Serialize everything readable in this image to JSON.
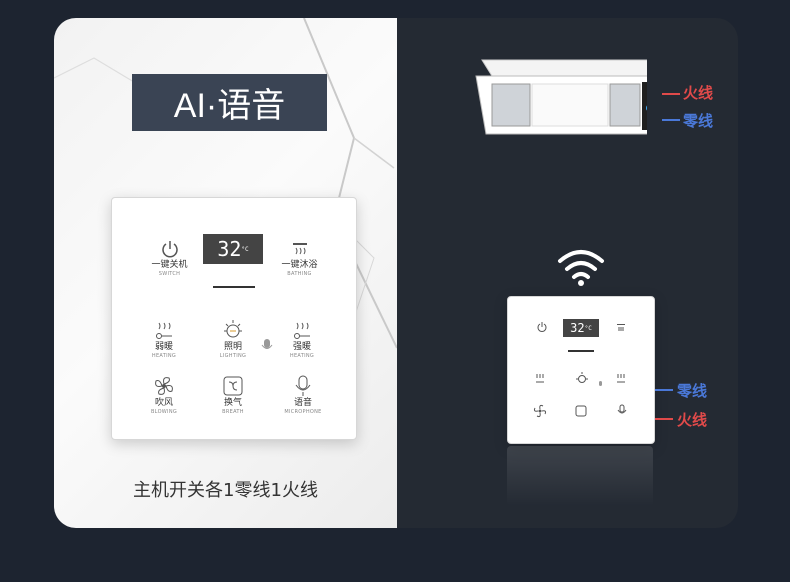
{
  "banner": {
    "title": "AI·语音"
  },
  "panel": {
    "temperature": "32",
    "temp_unit": "°C",
    "buttons": [
      {
        "zh": "一键关机",
        "en": "SWITCH",
        "icon": "power-icon"
      },
      {
        "zh": "一键沐浴",
        "en": "BATHING",
        "icon": "shower-icon"
      },
      {
        "zh": "弱暖",
        "en": "HEATING",
        "icon": "heat-low-icon"
      },
      {
        "zh": "照明",
        "en": "LIGHTING",
        "icon": "light-bulb-icon"
      },
      {
        "zh": "强暖",
        "en": "HEATING",
        "icon": "heat-high-icon"
      },
      {
        "zh": "吹风",
        "en": "BLOWING",
        "icon": "fan-icon"
      },
      {
        "zh": "换气",
        "en": "BREATH",
        "icon": "ventilation-icon"
      },
      {
        "zh": "语音",
        "en": "MICROPHONE",
        "icon": "microphone-icon"
      }
    ]
  },
  "footer": "主机开关各1零线1火线",
  "wires": {
    "live": "火线",
    "neutral": "零线"
  },
  "colors": {
    "live": "#e04a4a",
    "neutral": "#4a78d8",
    "banner": "#3a4454"
  }
}
